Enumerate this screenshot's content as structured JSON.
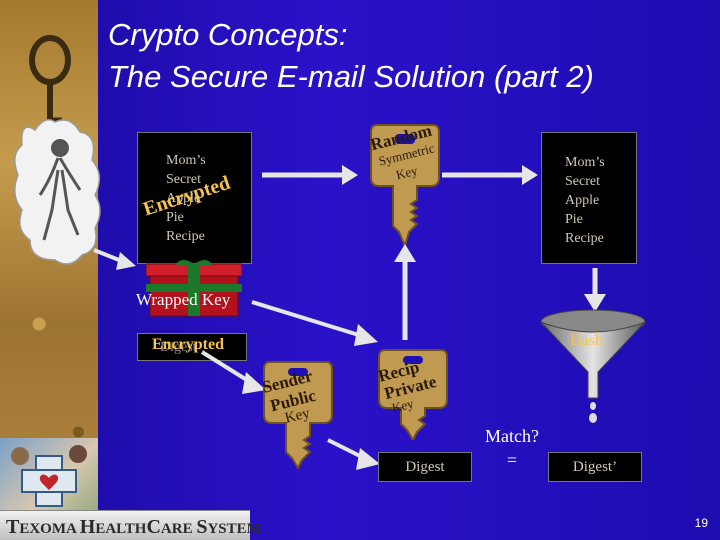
{
  "title": {
    "line1": "Crypto Concepts:",
    "line2": "The Secure E-mail Solution (part 2)"
  },
  "encrypted_doc": {
    "lines": [
      "Mom’s",
      "Secret",
      "Apple",
      "Pie",
      "Recipe"
    ],
    "overlay": "Encrypted"
  },
  "plain_doc": {
    "lines": [
      "Mom’s",
      "Secret",
      "Apple",
      "Pie",
      "Recipe"
    ]
  },
  "random_key": {
    "lines": [
      "Random",
      "Symmetric",
      "Key"
    ]
  },
  "wrapped_key": "Wrapped Key",
  "encrypted_digest": {
    "back": "Digest",
    "front": "Encrypted"
  },
  "sender_key": {
    "lines": [
      "Sender",
      "Public",
      "Key"
    ]
  },
  "recip_key": {
    "lines": [
      "Recip",
      "Private",
      "Key"
    ]
  },
  "hash": "Hash",
  "digest_box": "Digest",
  "digest_prime_box": "Digest’",
  "match": {
    "label": "Match?",
    "symbol": "="
  },
  "logo": {
    "lead1": "T",
    "rest1": "EXOMA ",
    "lead2": "H",
    "rest2": "EALTH",
    "lead3": "C",
    "rest3": "ARE ",
    "lead4": "S",
    "rest4": "YSTEM"
  },
  "page_number": "19",
  "icons": [
    "key-ring-icon",
    "person-cloud-icon",
    "gift-box-icon",
    "funnel-icon",
    "key-icon",
    "arrow-icon",
    "logo-photo"
  ]
}
